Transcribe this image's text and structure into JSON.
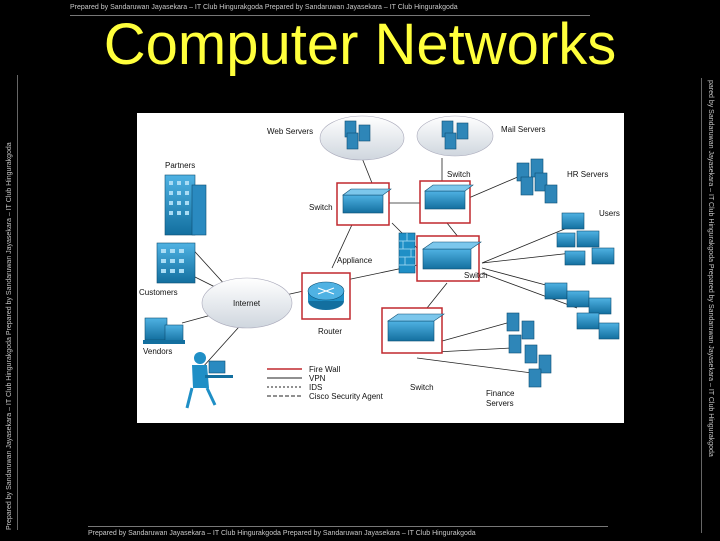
{
  "banner": {
    "top": "Prepared by Sandaruwan Jayasekara – IT Club Hingurakgoda Prepared by Sandaruwan Jayasekara – IT Club Hingurakgoda",
    "bottom": "Prepared by Sandaruwan Jayasekara – IT Club Hingurakgoda Prepared by Sandaruwan Jayasekara – IT Club Hingurakgoda",
    "left": "Prepared by Sandaruwan Jayasekara – IT Club Hingurakgoda Prepared by Sandaruwan Jayasekara – IT Club Hingurakgoda",
    "right": "pared by Sandaruwan Jayasekara – IT Club Hingurakgoda Prepared by Sandaruwan Jayasekara – IT Club Hingurakgoda"
  },
  "title": "Computer Networks",
  "diagram": {
    "labels": {
      "web_servers": "Web Servers",
      "mail_servers": "Mail Servers",
      "partners": "Partners",
      "switch_top": "Switch",
      "switch_left": "Switch",
      "hr_servers": "HR Servers",
      "users": "Users",
      "appliance": "Appliance",
      "customers": "Customers",
      "internet": "Internet",
      "switch_mid": "Switch",
      "router": "Router",
      "vendors": "Vendors",
      "switch_bottom": "Switch",
      "finance_servers": "Finance\nServers"
    },
    "legend": [
      "Fire Wall",
      "VPN",
      "IDS",
      "Cisco Security Agent"
    ],
    "colors": {
      "device_blue": "#1f8fc6",
      "firewall_border": "#c0282e",
      "cloud": "#e8ecf0"
    }
  }
}
